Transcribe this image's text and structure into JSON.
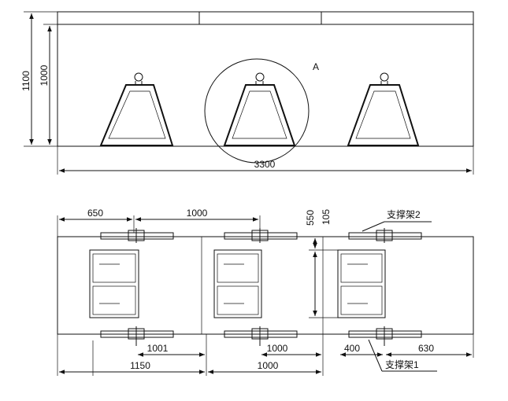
{
  "front_view": {
    "detail_label": "A",
    "dim_height_total": "1100",
    "dim_height_inner": "1000",
    "dim_length_total": "3300"
  },
  "plan_view": {
    "dim_top_650": "650",
    "dim_top_1000": "1000",
    "dim_side_550": "550",
    "dim_side_105": "105",
    "label_support_2": "支撑架2",
    "label_support_1": "支撑架1",
    "dim_1001": "1001",
    "dim_1000_a": "1000",
    "dim_400": "400",
    "dim_630": "630",
    "dim_1150": "1150",
    "dim_1000_b": "1000"
  }
}
